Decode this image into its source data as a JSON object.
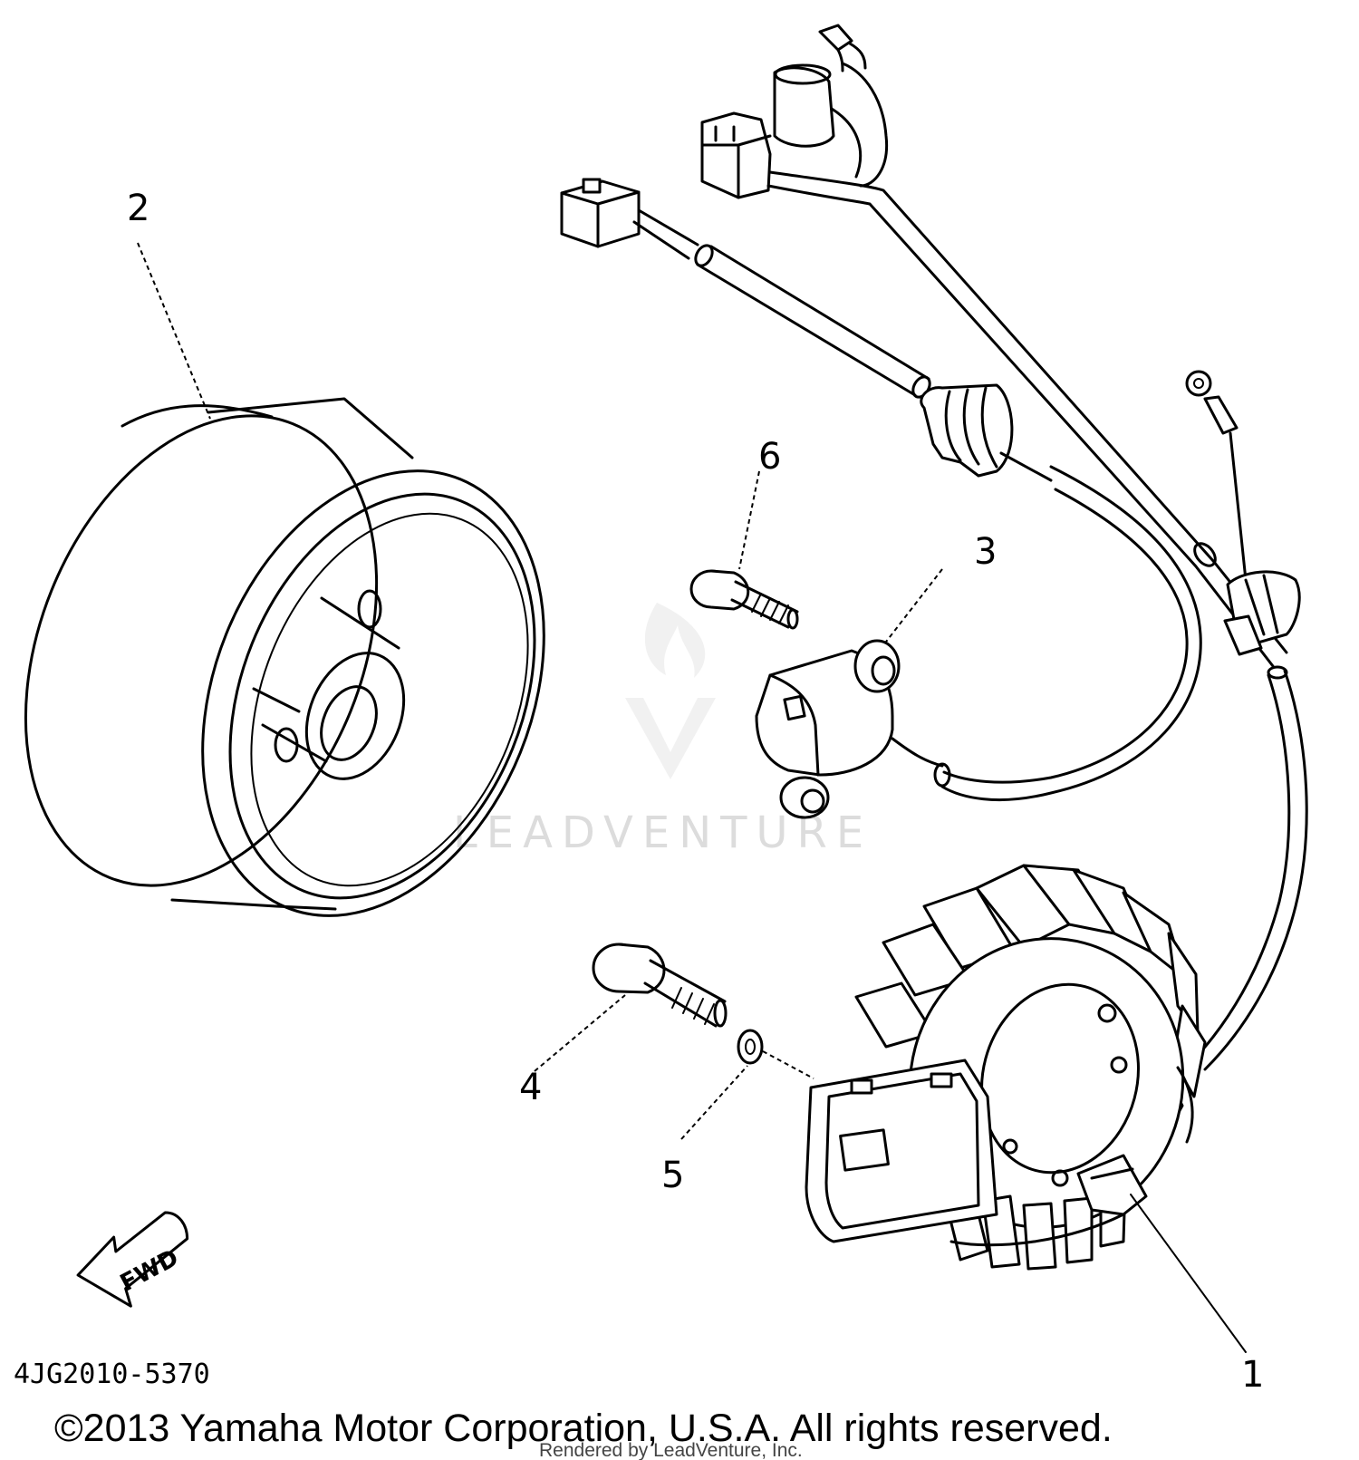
{
  "diagram_code": "4JG2010-5370",
  "direction_label": "FWD",
  "watermark_text": "LEADVENTURE",
  "copyright": "©2013 Yamaha Motor Corporation, U.S.A. All rights reserved.",
  "rendered_by": "Rendered by LeadVenture, Inc.",
  "parts": [
    {
      "callout": "1",
      "item": "stator-assembly"
    },
    {
      "callout": "2",
      "item": "rotor-flywheel"
    },
    {
      "callout": "3",
      "item": "pickup-coil"
    },
    {
      "callout": "4",
      "item": "bolt"
    },
    {
      "callout": "5",
      "item": "washer"
    },
    {
      "callout": "6",
      "item": "screw"
    }
  ]
}
